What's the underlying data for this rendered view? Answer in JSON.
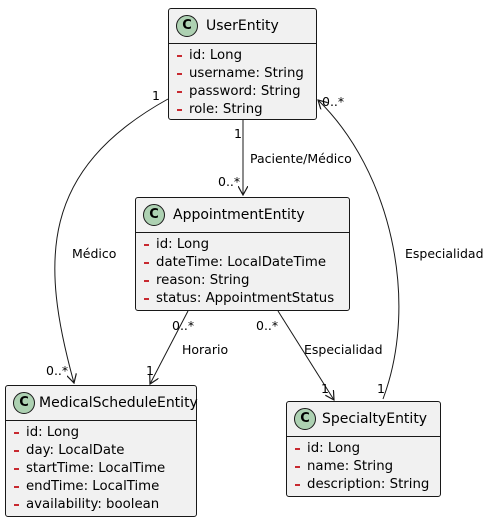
{
  "diagram": {
    "badge_letter": "C",
    "classes": {
      "user": {
        "name": "UserEntity",
        "fields": [
          "id: Long",
          "username: String",
          "password: String",
          "role: String"
        ]
      },
      "appointment": {
        "name": "AppointmentEntity",
        "fields": [
          "id: Long",
          "dateTime: LocalDateTime",
          "reason: String",
          "status: AppointmentStatus"
        ]
      },
      "schedule": {
        "name": "MedicalScheduleEntity",
        "fields": [
          "id: Long",
          "day: LocalDate",
          "startTime: LocalTime",
          "endTime: LocalTime",
          "availability: boolean"
        ]
      },
      "specialty": {
        "name": "SpecialtyEntity",
        "fields": [
          "id: Long",
          "name: String",
          "description: String"
        ]
      }
    },
    "relations": {
      "user_appointment": {
        "label": "Paciente/Médico",
        "source_mult": "1",
        "target_mult": "0..*"
      },
      "user_schedule": {
        "label": "Médico",
        "source_mult": "1",
        "target_mult": "0..*"
      },
      "appointment_schedule": {
        "label": "Horario",
        "source_mult": "0..*",
        "target_mult": "1"
      },
      "appointment_specialty": {
        "label": "Especialidad",
        "source_mult": "0..*",
        "target_mult": "1"
      },
      "specialty_user": {
        "label": "Especialidad",
        "source_mult": "1",
        "target_mult": "0..*"
      }
    },
    "colors": {
      "badge": "#add1b2",
      "box": "#f1f1f1",
      "border": "#181818",
      "private_marker": "#c82930"
    }
  }
}
